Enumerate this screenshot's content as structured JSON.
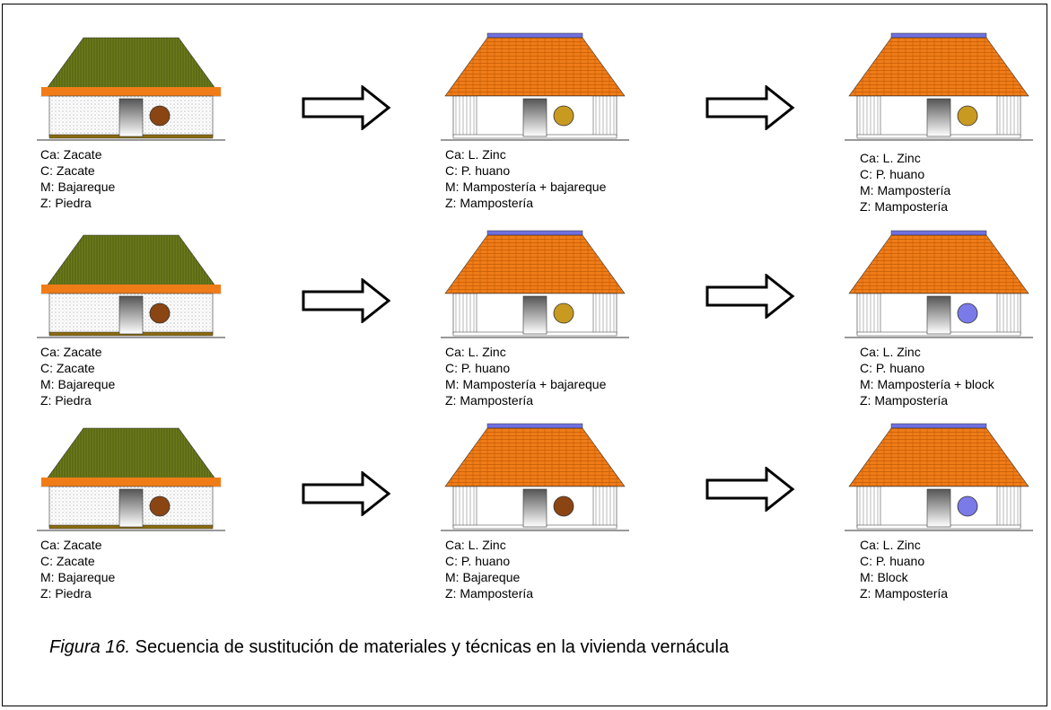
{
  "figure": {
    "label": "Figura 16.",
    "caption": "Secuencia de sustitución de materiales y técnicas en la vivienda vernácula"
  },
  "colors": {
    "thatch_roof": "#6b7a1c",
    "tile_roof": "#f07c18",
    "zinc_ridge": "#7070e0",
    "door_dark": "#555555",
    "window_wood": "#8b4513",
    "window_woven": "#c89a20",
    "window_block": "#7a7ae8"
  },
  "rows": [
    {
      "houses": [
        {
          "roof": "thatch",
          "window": "wood",
          "lines": [
            "Ca: Zacate",
            "C: Zacate",
            "M: Bajareque",
            "Z: Piedra"
          ]
        },
        {
          "roof": "tile",
          "window": "woven",
          "lines": [
            "Ca: L. Zinc",
            "C: P. huano",
            "M: Mampostería + bajareque",
            "Z: Mampostería"
          ]
        },
        {
          "roof": "tile",
          "window": "woven",
          "lines": [
            "Ca: L. Zinc",
            "C: P. huano",
            "M: Mampostería",
            "Z: Mampostería"
          ]
        }
      ]
    },
    {
      "houses": [
        {
          "roof": "thatch",
          "window": "wood",
          "lines": [
            "Ca: Zacate",
            "C: Zacate",
            "M: Bajareque",
            "Z: Piedra"
          ]
        },
        {
          "roof": "tile",
          "window": "woven",
          "lines": [
            "Ca: L. Zinc",
            "C: P. huano",
            "M: Mampostería + bajareque",
            "Z: Mampostería"
          ]
        },
        {
          "roof": "tile",
          "window": "block",
          "lines": [
            "Ca: L. Zinc",
            "C: P. huano",
            "M: Mampostería + block",
            "Z: Mampostería"
          ]
        }
      ]
    },
    {
      "houses": [
        {
          "roof": "thatch",
          "window": "wood",
          "lines": [
            "Ca: Zacate",
            "C: Zacate",
            "M: Bajareque",
            "Z: Piedra"
          ]
        },
        {
          "roof": "tile",
          "window": "wood",
          "lines": [
            "Ca: L. Zinc",
            "C: P. huano",
            "M: Bajareque",
            "Z: Mampostería"
          ]
        },
        {
          "roof": "tile",
          "window": "block",
          "lines": [
            "Ca: L. Zinc",
            "C: P. huano",
            "M: Block",
            "Z: Mampostería"
          ]
        }
      ]
    }
  ]
}
